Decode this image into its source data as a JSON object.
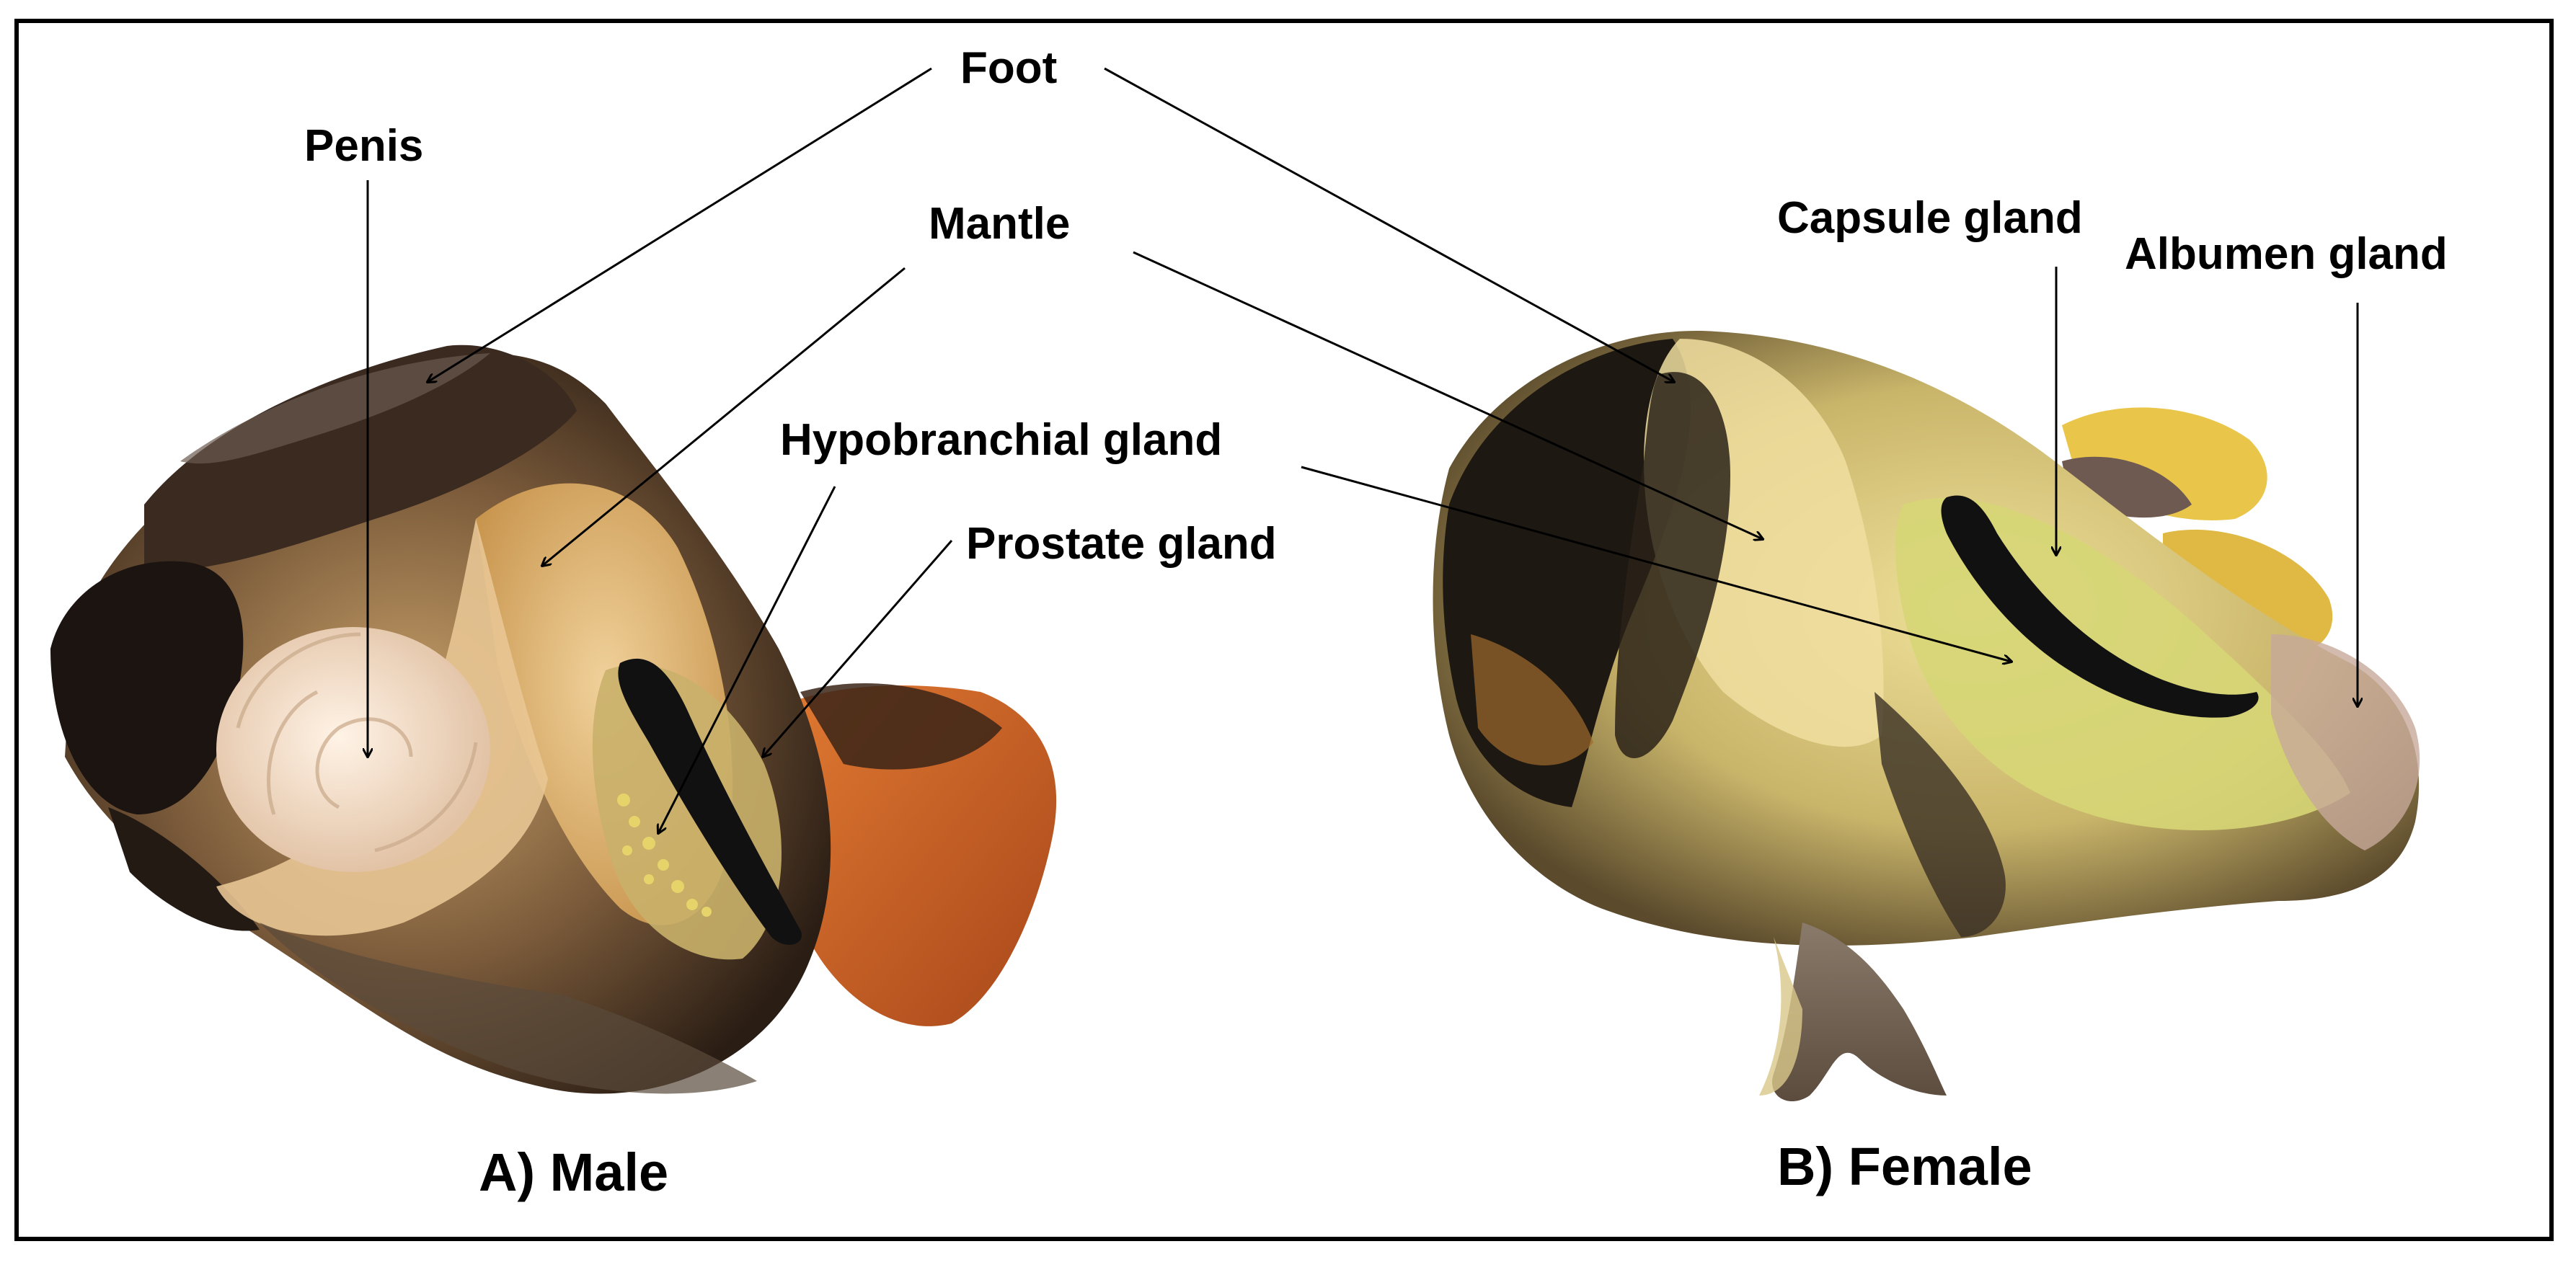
{
  "figure": {
    "labels": {
      "foot": "Foot",
      "penis": "Penis",
      "mantle": "Mantle",
      "hypobranchial_gland": "Hypobranchial gland",
      "prostate_gland": "Prostate gland",
      "capsule_gland": "Capsule gland",
      "albumen_gland": "Albumen gland"
    },
    "captions": {
      "male": "A) Male",
      "female": "B) Female"
    },
    "colors": {
      "border": "#000000",
      "background": "#ffffff",
      "arrow": "#000000"
    }
  }
}
